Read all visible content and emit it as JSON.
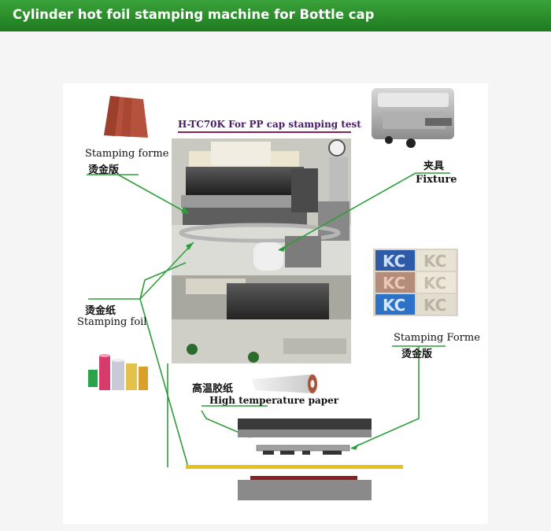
{
  "header": {
    "title": "Cylinder hot foil stamping machine for Bottle cap"
  },
  "labels": {
    "machine_title": "H-TC70K For PP cap stamping test",
    "stamping_forme_en": "Stamping forme",
    "stamping_forme_cn": "烫金版",
    "fixture_cn": "夹具",
    "fixture_en": "Fixture",
    "stamping_foil_cn": "烫金纸",
    "stamping_foil_en": "Stamping foil",
    "stamping_forme2_en": "Stamping Forme",
    "stamping_forme2_cn": "烫金版",
    "htp_cn": "高温胶纸",
    "htp_en": "High temperature paper"
  },
  "colors": {
    "header_bg": "#2e8b2e",
    "leader_line": "#2f9e3a",
    "title_underline": "#8b1e5a",
    "foil_strip": "#e6c21a",
    "dark_plate": "#3a3a3a",
    "grey_plate": "#8a8a8a",
    "forme_red": "#8b1e1e"
  },
  "icons": {
    "stamping_forme_photo": "stamping-forme-plate-image",
    "fixture_photo": "fixture-image",
    "machine_photo": "stamping-machine-image",
    "kc_forme_photo": "kc-stamping-forme-image",
    "foil_rolls_photo": "foil-rolls-image",
    "paper_roll_photo": "paper-roll-image"
  }
}
